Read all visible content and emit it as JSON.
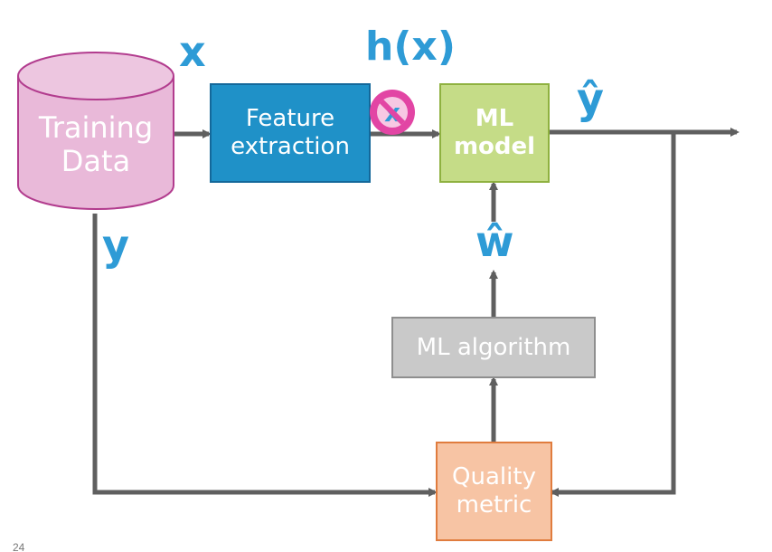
{
  "labels": {
    "x": "x",
    "hx": "h(x)",
    "yhat": "ŷ",
    "y": "y",
    "what": "ŵ"
  },
  "nodes": {
    "training_data": "Training\nData",
    "feature_extraction": "Feature\nextraction",
    "ml_model": "ML\nmodel",
    "ml_algorithm": "ML algorithm",
    "quality_metric": "Quality\nmetric"
  },
  "slide_number": "24",
  "colors": {
    "label": "#2e9bd6",
    "arrow": "#5f5f5f",
    "training_data_fill": "#e9b9d9",
    "training_data_stroke": "#b23c8e",
    "feature_fill": "#1f91c8",
    "feature_stroke": "#14689a",
    "model_fill": "#c5dc87",
    "model_stroke": "#8fb140",
    "algorithm_fill": "#c9c9c9",
    "algorithm_stroke": "#8e8e8e",
    "quality_fill": "#f7c4a4",
    "quality_stroke": "#e07c3e",
    "forbidden_icon": "#e245a4"
  },
  "icons": [
    "cylinder-database",
    "forbidden-icon"
  ]
}
